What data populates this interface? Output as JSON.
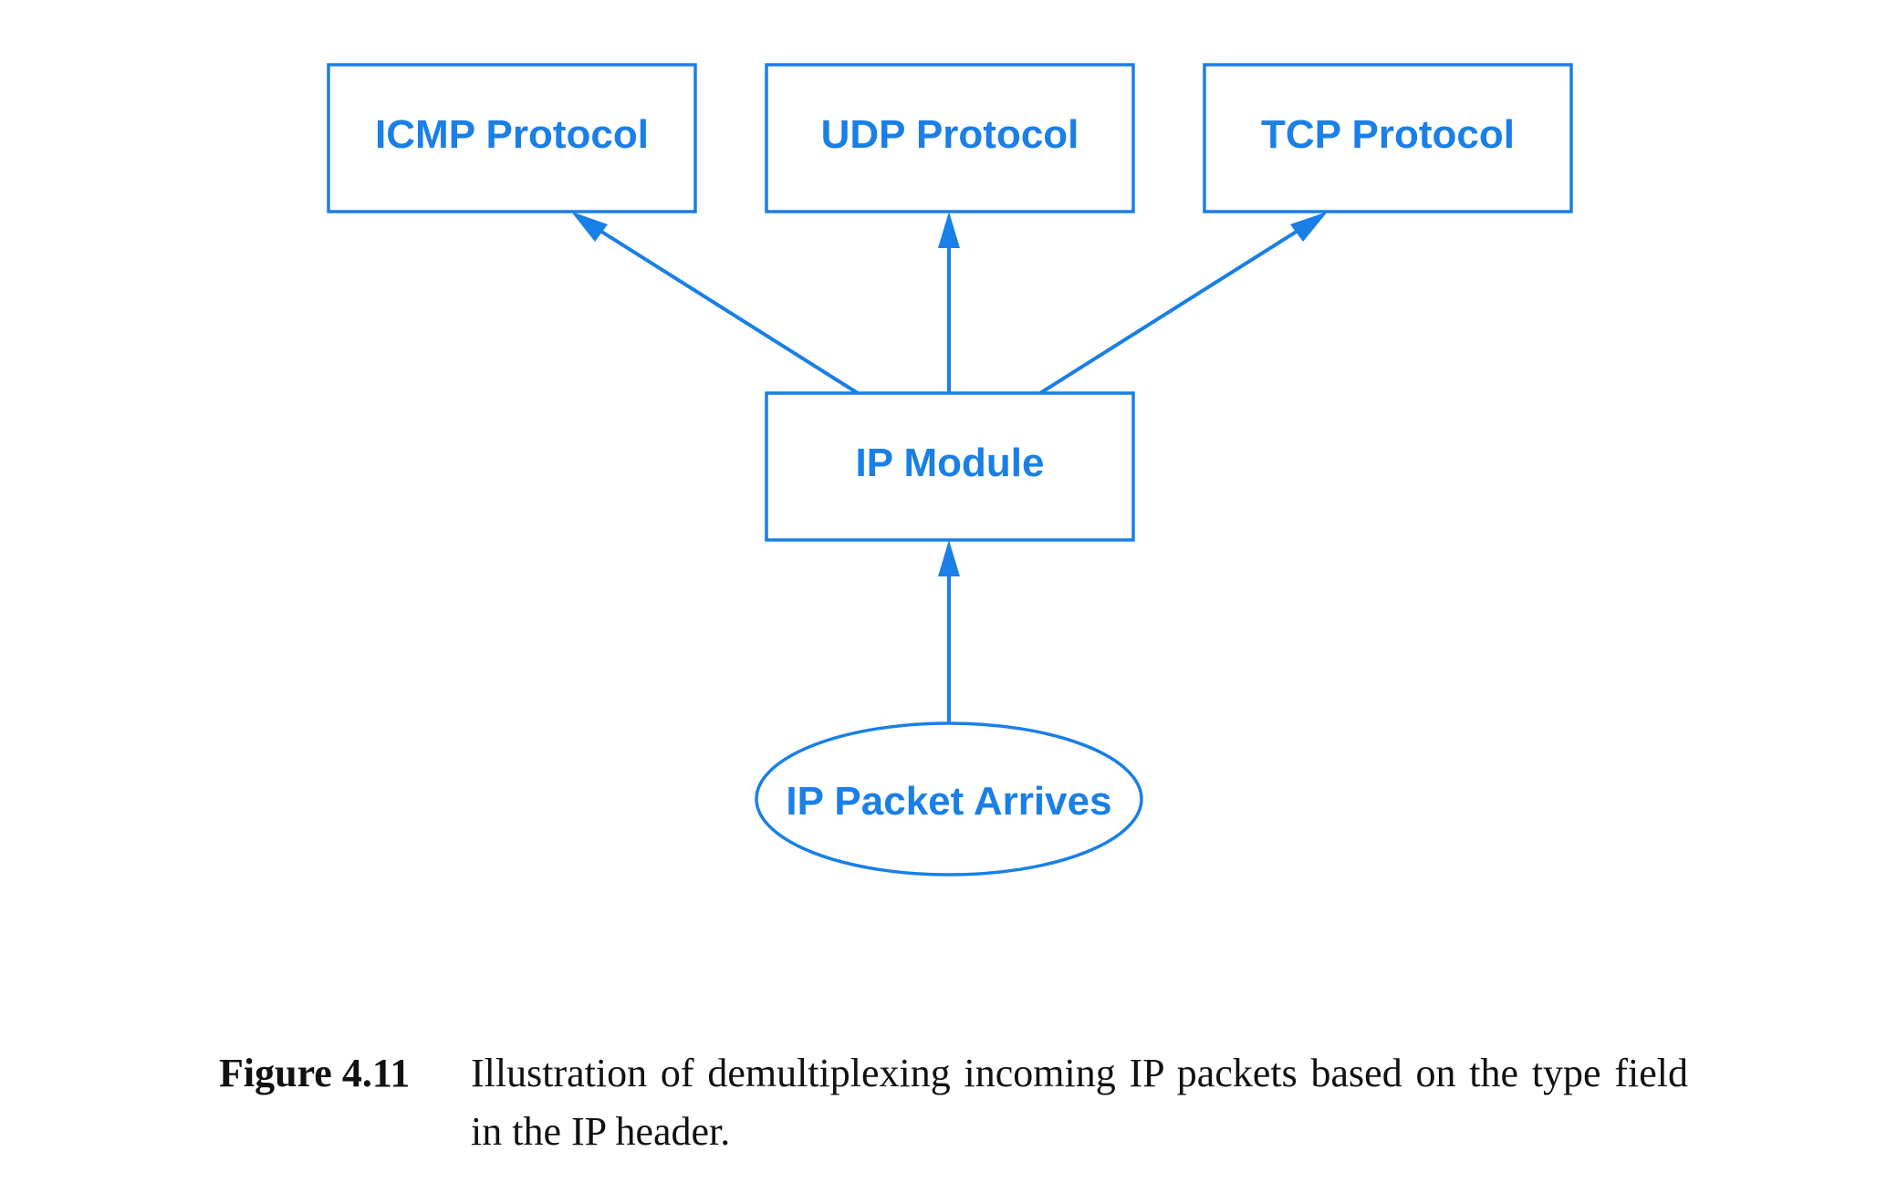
{
  "colors": {
    "diagram_blue": "#1a7fe6",
    "caption_text": "#111111",
    "background": "#ffffff"
  },
  "nodes": {
    "icmp": {
      "label": "ICMP Protocol",
      "shape": "rectangle"
    },
    "udp": {
      "label": "UDP Protocol",
      "shape": "rectangle"
    },
    "tcp": {
      "label": "TCP Protocol",
      "shape": "rectangle"
    },
    "ip_module": {
      "label": "IP Module",
      "shape": "rectangle"
    },
    "ip_packet": {
      "label": "IP Packet Arrives",
      "shape": "ellipse"
    }
  },
  "edges": [
    {
      "from": "ip_packet",
      "to": "ip_module"
    },
    {
      "from": "ip_module",
      "to": "icmp"
    },
    {
      "from": "ip_module",
      "to": "udp"
    },
    {
      "from": "ip_module",
      "to": "tcp"
    }
  ],
  "caption": {
    "figure_number": "Figure 4.11",
    "text": "Illustration of demultiplexing incoming IP packets based on the type field in the IP header."
  }
}
